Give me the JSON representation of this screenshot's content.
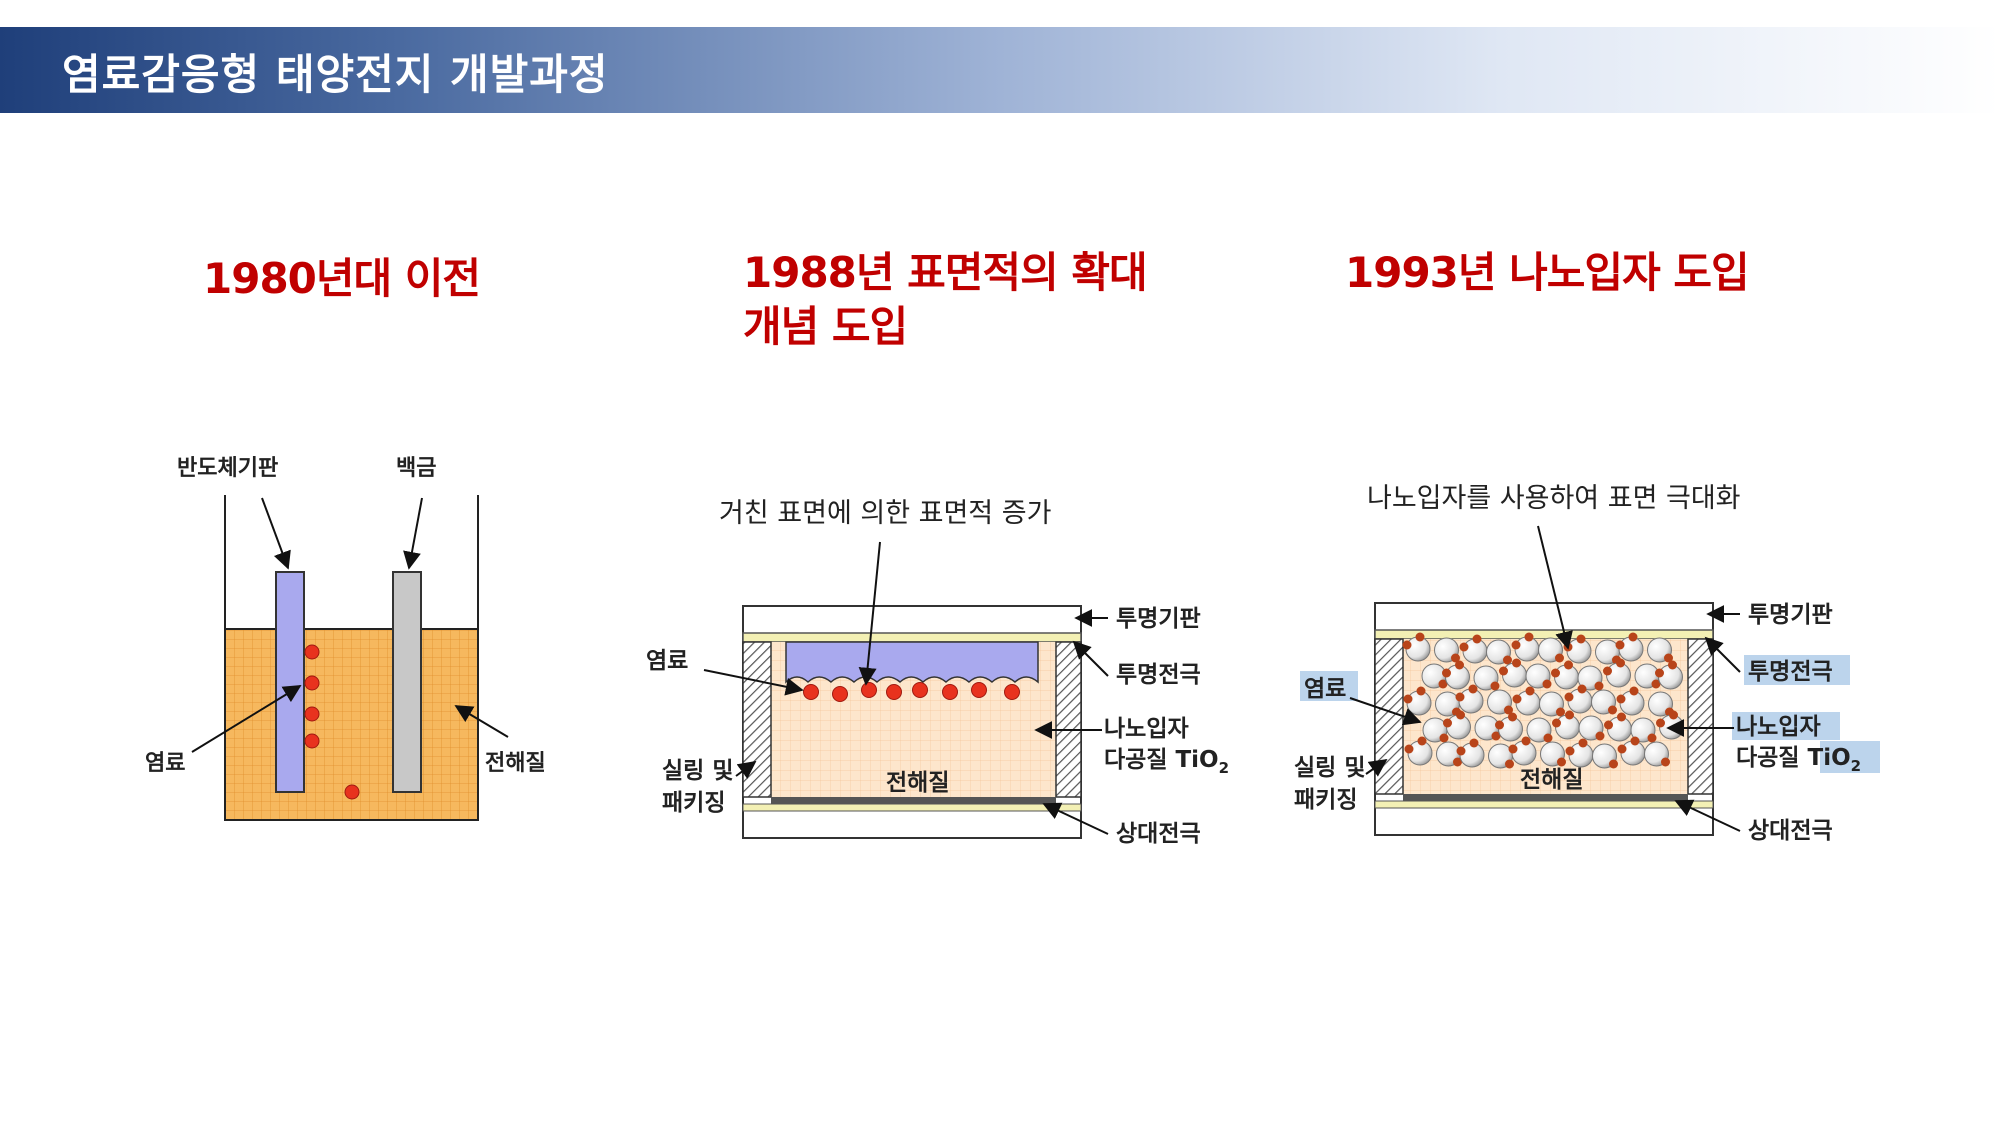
{
  "slide": {
    "title": "염료감응형 태양전지 개발과정"
  },
  "panels": [
    {
      "heading": "1980년대 이전",
      "labels": {
        "substrate": "반도체기판",
        "platinum": "백금",
        "dye": "염료",
        "electrolyte": "전해질"
      }
    },
    {
      "heading_line1": "1988년 표면적의 확대",
      "heading_line2": "개념 도입",
      "caption": "거친 표면에 의한 표면적 증가",
      "labels": {
        "transparent_substrate": "투명기판",
        "transparent_electrode": "투명전극",
        "dye": "염료",
        "nanoparticle": "나노입자",
        "porous_tio2": "다공질 TiO",
        "subscript": "2",
        "sealing_1": "실링 및",
        "sealing_2": "패키징",
        "electrolyte": "전해질",
        "counter_electrode": "상대전극"
      }
    },
    {
      "heading": "1993년 나노입자 도입",
      "caption": "나노입자를 사용하여 표면 극대화",
      "labels": {
        "transparent_substrate": "투명기판",
        "transparent_electrode": "투명전극",
        "dye": "염료",
        "nanoparticle": "나노입자",
        "porous_tio2_prefix": "다공질 ",
        "tio2": "TiO",
        "subscript": "2",
        "sealing_1": "실링 및",
        "sealing_2": "패키징",
        "electrolyte": "전해질",
        "counter_electrode": "상대전극"
      }
    }
  ],
  "colors": {
    "heading": "#c00000",
    "electrolyte": "#f6b85e",
    "dye": "#e8321e",
    "highlight": "#bcd4ec"
  }
}
